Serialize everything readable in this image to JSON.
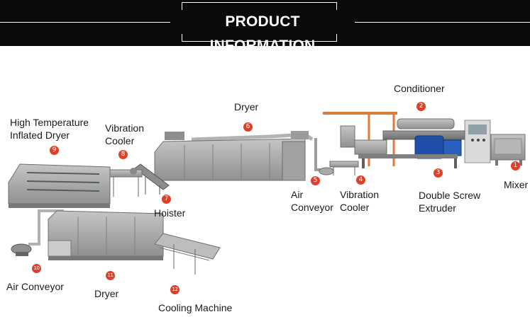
{
  "header": {
    "title": "PRODUCT INFORMATION"
  },
  "labels": {
    "l1": "Mixer",
    "l2": "Conditioner",
    "l3a": "Double Screw",
    "l3b": "Extruder",
    "l4a": "Vibration",
    "l4b": "Cooler",
    "l5a": "Air",
    "l5b": "Conveyor",
    "l6": "Dryer",
    "l7": "Hoister",
    "l8a": "Vibration",
    "l8b": "Cooler",
    "l9a": "High Temperature",
    "l9b": "Inflated Dryer",
    "l10": "Air Conveyor",
    "l11": "Dryer",
    "l12": "Cooling Machine"
  },
  "badges": {
    "b1": "1",
    "b2": "2",
    "b3": "3",
    "b4": "4",
    "b5": "5",
    "b6": "6",
    "b7": "7",
    "b8": "8",
    "b9": "9",
    "b10": "10",
    "b11": "11",
    "b12": "12"
  },
  "colors": {
    "header_bg": "#0a0a0a",
    "badge": "#e0402a",
    "steel": "#a7a9a9",
    "motor_blue": "#1f4fa8",
    "orange_frame": "#e07a3a"
  }
}
